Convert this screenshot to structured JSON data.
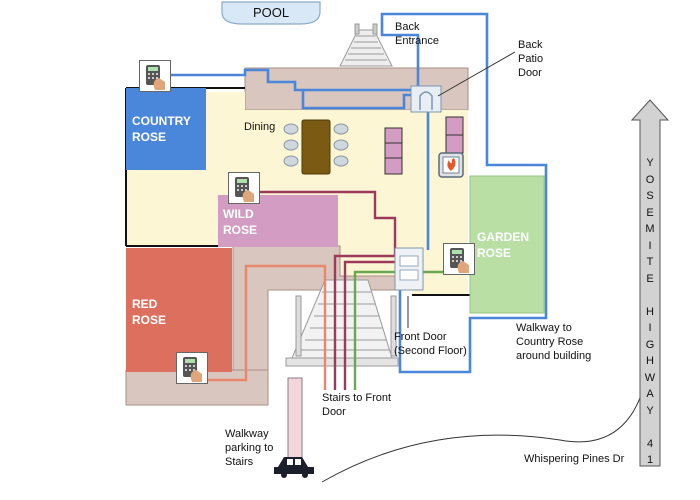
{
  "labels": {
    "pool": "POOL",
    "back_entrance": "Back\nEntrance",
    "back_patio_door": "Back\nPatio\nDoor",
    "dining": "Dining",
    "front_door": "Front Door\n(Second Floor)",
    "walkway_country_rose": "Walkway to\nCountry Rose\naround building",
    "stairs_front_door": "Stairs to Front\nDoor",
    "walkway_parking": "Walkway\nparking to\nStairs",
    "whispering_pines": "Whispering Pines Dr",
    "highway": "Y\nO\nS\nE\nM\nI\nT\nE\n\nH\nI\nG\nH\nW\nA\nY\n\n4\n1"
  },
  "rooms": {
    "country_rose": "COUNTRY\nROSE",
    "wild_rose": "WILD\nROSE",
    "red_rose": "RED\nROSE",
    "garden_rose": "GARDEN\nROSE"
  },
  "colors": {
    "country_rose": "#4a86d9",
    "wild_rose": "#d39cc3",
    "red_rose": "#dd6f5f",
    "garden_rose": "#b9dfa5",
    "dining_area": "#fdf6d4",
    "corridor": "#d9c6be",
    "blue_path": "#4a86d9",
    "maroon_path": "#9b3a5a",
    "orange_path": "#e8876b",
    "green_path": "#6aa84f"
  },
  "icons": [
    "keypad-icon-country-rose",
    "keypad-icon-wild-rose",
    "keypad-icon-red-rose",
    "keypad-icon-garden-rose",
    "fireplace-icon",
    "car-icon",
    "back-stairs-icon",
    "front-stairs-icon",
    "highway-arrow-icon"
  ]
}
